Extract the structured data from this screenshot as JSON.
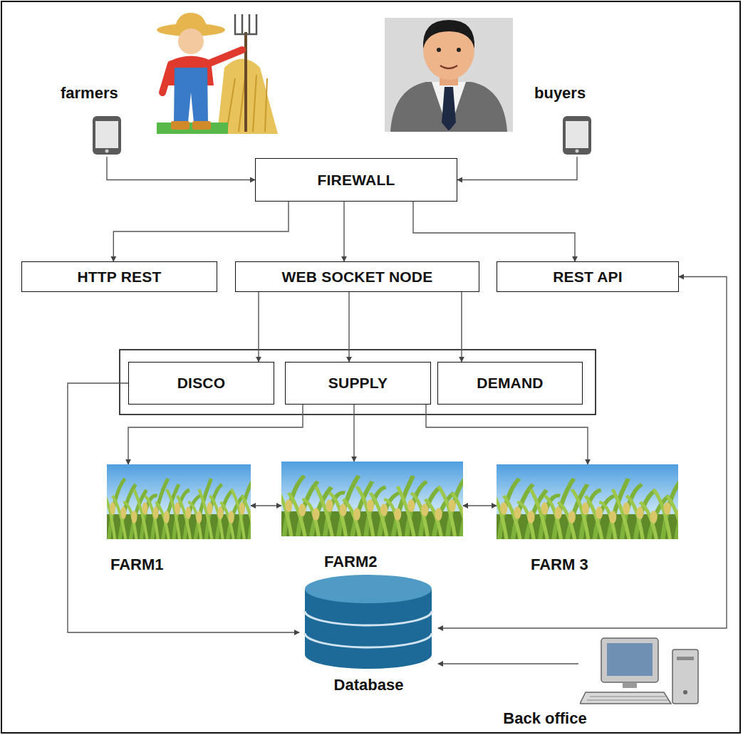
{
  "diagram": {
    "nodes": [
      {
        "text": [
          "farmers"
        ]
      },
      {
        "text": [
          "buyers"
        ]
      },
      {
        "text": [
          "FIREWALL"
        ]
      },
      {
        "text": [
          "HTTP REST"
        ]
      },
      {
        "text": [
          "WEB SOCKET NODE"
        ]
      },
      {
        "text": [
          "REST API"
        ]
      },
      {
        "text": [
          "DISCO"
        ]
      },
      {
        "text": [
          "SUPPLY"
        ]
      },
      {
        "text": [
          "DEMAND"
        ]
      },
      {
        "text": [
          "FARM1"
        ]
      },
      {
        "text": [
          "FARM2"
        ]
      },
      {
        "text": [
          "FARM 3"
        ]
      },
      {
        "text": [
          "Database"
        ]
      },
      {
        "text": [
          "Back office"
        ]
      }
    ],
    "edges": [
      {
        "from": 0,
        "to": 2,
        "arrow": "to"
      },
      {
        "from": 1,
        "to": 2,
        "arrow": "to"
      },
      {
        "from": 2,
        "to": 3,
        "arrow": "to"
      },
      {
        "from": 2,
        "to": 4,
        "arrow": "to"
      },
      {
        "from": 2,
        "to": 5,
        "arrow": "to"
      },
      {
        "from": 4,
        "to": 6,
        "arrow": "to"
      },
      {
        "from": 4,
        "to": 7,
        "arrow": "to"
      },
      {
        "from": 4,
        "to": 8,
        "arrow": "to"
      },
      {
        "from": 7,
        "to": 9,
        "arrow": "to"
      },
      {
        "from": 7,
        "to": 10,
        "arrow": "to"
      },
      {
        "from": 7,
        "to": 11,
        "arrow": "to"
      },
      {
        "from": 9,
        "to": 10,
        "arrow": "both"
      },
      {
        "from": 10,
        "to": 11,
        "arrow": "both"
      },
      {
        "from": 6,
        "to": 12,
        "arrow": "to"
      },
      {
        "from": 5,
        "to": 12,
        "arrow": "both"
      },
      {
        "from": 13,
        "to": 12,
        "arrow": "to"
      }
    ]
  }
}
